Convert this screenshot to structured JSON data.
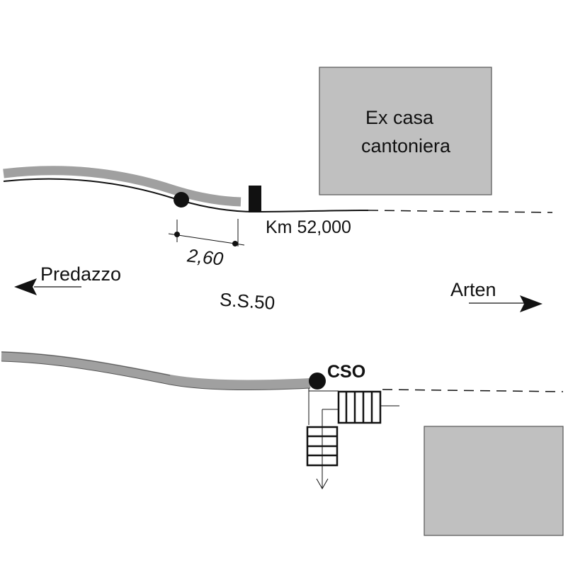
{
  "labels": {
    "building": [
      "Ex casa",
      "cantoniera"
    ],
    "km_marker": "Km 52,000",
    "dimension": "2,60",
    "direction_left": "Predazzo",
    "direction_right": "Arten",
    "road": "S.S.50",
    "cso": "CSO"
  },
  "colors": {
    "building_fill": "#c0c0c0",
    "sidewalk": "#a0a0a0",
    "ink": "#111111"
  }
}
